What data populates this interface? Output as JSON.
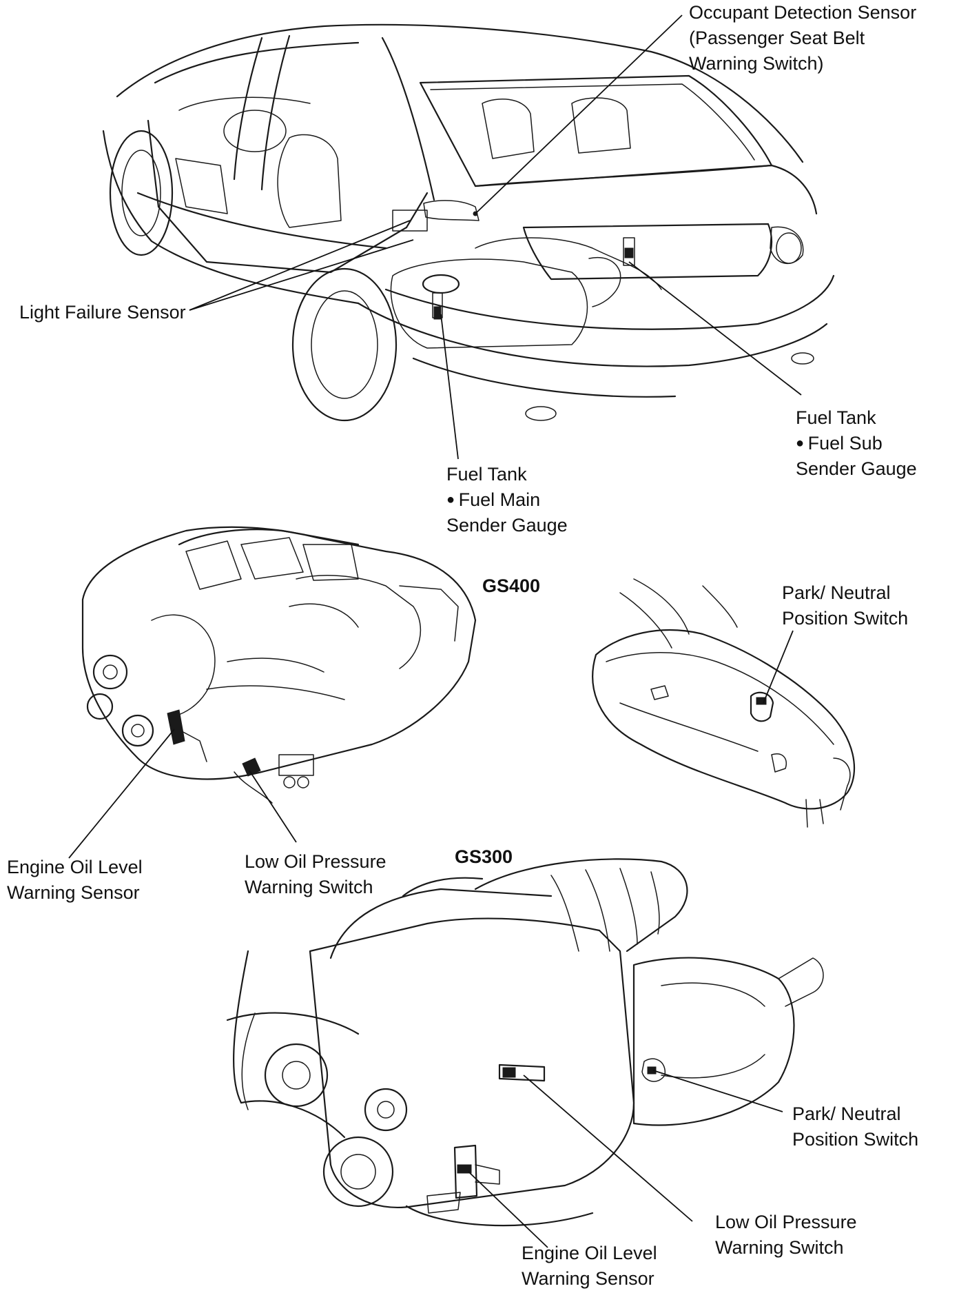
{
  "models": {
    "gs400": "GS400",
    "gs300": "GS300"
  },
  "labels": {
    "occupant_sensor": [
      "Occupant Detection Sensor",
      "(Passenger Seat Belt",
      "Warning Switch)"
    ],
    "light_failure": [
      "Light Failure Sensor"
    ],
    "fuel_sub": [
      "Fuel Tank",
      "Fuel Sub",
      "Sender Gauge"
    ],
    "fuel_main": [
      "Fuel Tank",
      "Fuel Main",
      "Sender Gauge"
    ],
    "gs400_park_neutral": [
      "Park/ Neutral",
      "Position Switch"
    ],
    "gs400_oil_level": [
      "Engine Oil Level",
      "Warning Sensor"
    ],
    "gs400_low_oil": [
      "Low Oil Pressure",
      "Warning Switch"
    ],
    "gs300_park_neutral": [
      "Park/ Neutral",
      "Position Switch"
    ],
    "gs300_low_oil": [
      "Low Oil Pressure",
      "Warning Switch"
    ],
    "gs300_oil_level": [
      "Engine Oil Level",
      "Warning Sensor"
    ]
  }
}
